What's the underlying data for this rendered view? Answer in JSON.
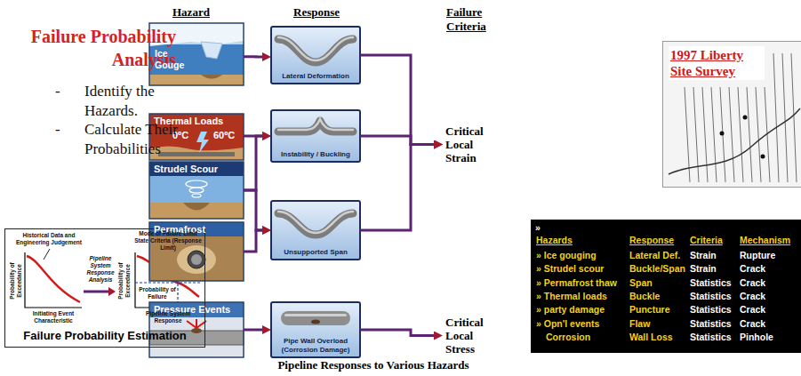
{
  "diagram": {
    "title": "Failure Probability Analysis",
    "caption": "Pipeline Responses to Various Hazards",
    "nodes": [
      {
        "text": [
          "Failure Probability Estimation"
        ]
      },
      {
        "text": [
          "Ice Gouge"
        ]
      },
      {
        "text": [
          "Thermal Loads",
          "0ºC",
          "60ºC"
        ]
      },
      {
        "text": [
          "Strudel Scour"
        ]
      },
      {
        "text": [
          "Permafrost"
        ]
      },
      {
        "text": [
          "Pressure Events"
        ]
      },
      {
        "text": [
          "Lateral Deformation"
        ]
      },
      {
        "text": [
          "Instability / Buckling"
        ]
      },
      {
        "text": [
          "Unsupported Span"
        ]
      },
      {
        "text": [
          "Pipe Wall Overload (Corrosion Damage)"
        ]
      },
      {
        "text": [
          "Critical Local Strain"
        ]
      },
      {
        "text": [
          "Critical Local Stress"
        ]
      },
      {
        "text": [
          "1997 Liberty Site Survey"
        ]
      }
    ],
    "edges": [
      {
        "from": 1,
        "to": 6,
        "arrow": "to"
      },
      {
        "from": 2,
        "to": 7,
        "arrow": "to"
      },
      {
        "from": 3,
        "to": 7,
        "arrow": "to"
      },
      {
        "from": 3,
        "to": 8,
        "arrow": "to"
      },
      {
        "from": 4,
        "to": 8,
        "arrow": "to"
      },
      {
        "from": 5,
        "to": 9,
        "arrow": "to"
      },
      {
        "from": 6,
        "to": 10,
        "arrow": "to"
      },
      {
        "from": 7,
        "to": 10,
        "arrow": "to"
      },
      {
        "from": 8,
        "to": 10,
        "arrow": "to"
      },
      {
        "from": 9,
        "to": 11,
        "arrow": "to"
      }
    ],
    "labels": [
      "-",
      "Identify the Hazards.",
      "-",
      "Calculate Their Probabilities",
      "Hazard",
      "Response",
      "Failure Criteria",
      "Historical Data and Engineering Judgement",
      "Probability of Exceedance",
      "Initiating Event Characteristic",
      "Pipeline System Response Analysis",
      "Mode of Failure Limit State Criteria (Response Limit)",
      "Probability of Failure",
      "Probability of Exceedance",
      "Pipeline System Response",
      "»",
      "Hazards",
      "Response",
      "Criteria",
      "Mechanism",
      "» Ice gouging",
      "Lateral Def.",
      "Strain",
      "Rupture",
      "» Strudel scour",
      "Buckle/Span",
      "Strain",
      "Crack",
      "» Permafrost thaw",
      "Span",
      "Statistics",
      "Crack",
      "» Thermal loads",
      "Buckle",
      "Statistics",
      "Crack",
      "» party damage",
      "Puncture",
      "Statistics",
      "Crack",
      "» Opn'l events",
      "Flaw",
      "Statistics",
      "Crack",
      "Corrosion",
      "Wall Loss",
      "Statistics",
      "Pinhole"
    ]
  }
}
